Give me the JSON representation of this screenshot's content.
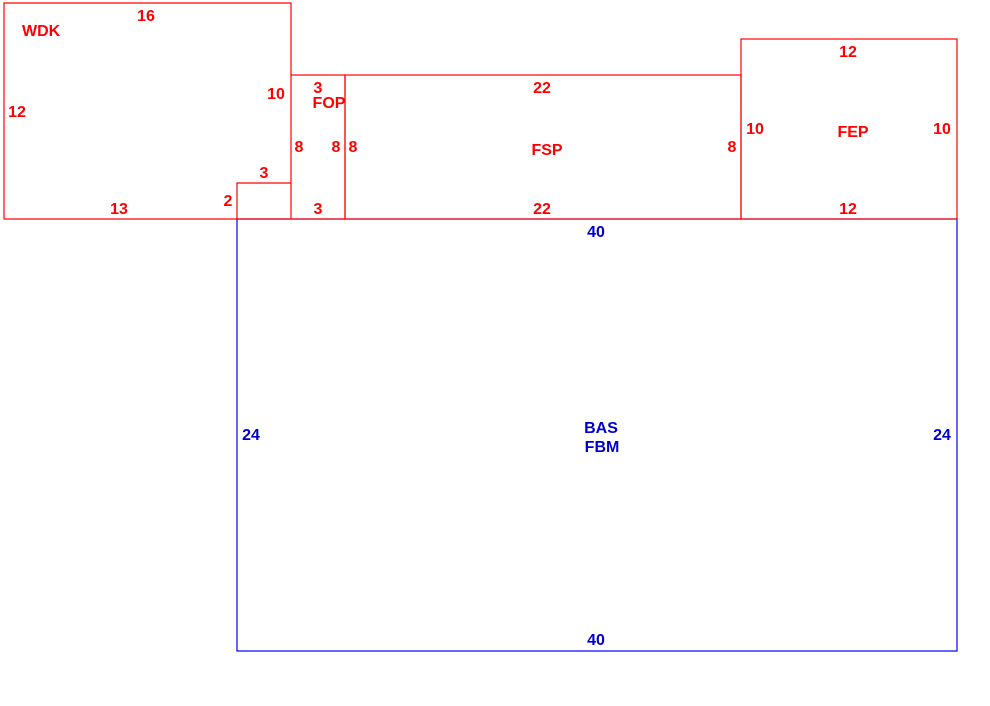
{
  "colors": {
    "addition": "#ff0000",
    "base": "#0000cc"
  },
  "areas": {
    "wdk": {
      "code": "WDK",
      "top": "16",
      "left": "12",
      "bottom": "13",
      "right_upper": "10",
      "step_top": "3",
      "step_side": "2"
    },
    "fop": {
      "code": "FOP",
      "top": "3",
      "bottom": "3",
      "left": "8",
      "right": "8"
    },
    "fsp": {
      "code": "FSP",
      "top": "22",
      "bottom": "22",
      "left": "8",
      "right": "8"
    },
    "fep": {
      "code": "FEP",
      "top": "12",
      "bottom": "12",
      "left": "10",
      "right": "10"
    },
    "bas": {
      "code": "BAS",
      "code2": "FBM",
      "top": "40",
      "bottom": "40",
      "left": "24",
      "right": "24"
    }
  }
}
